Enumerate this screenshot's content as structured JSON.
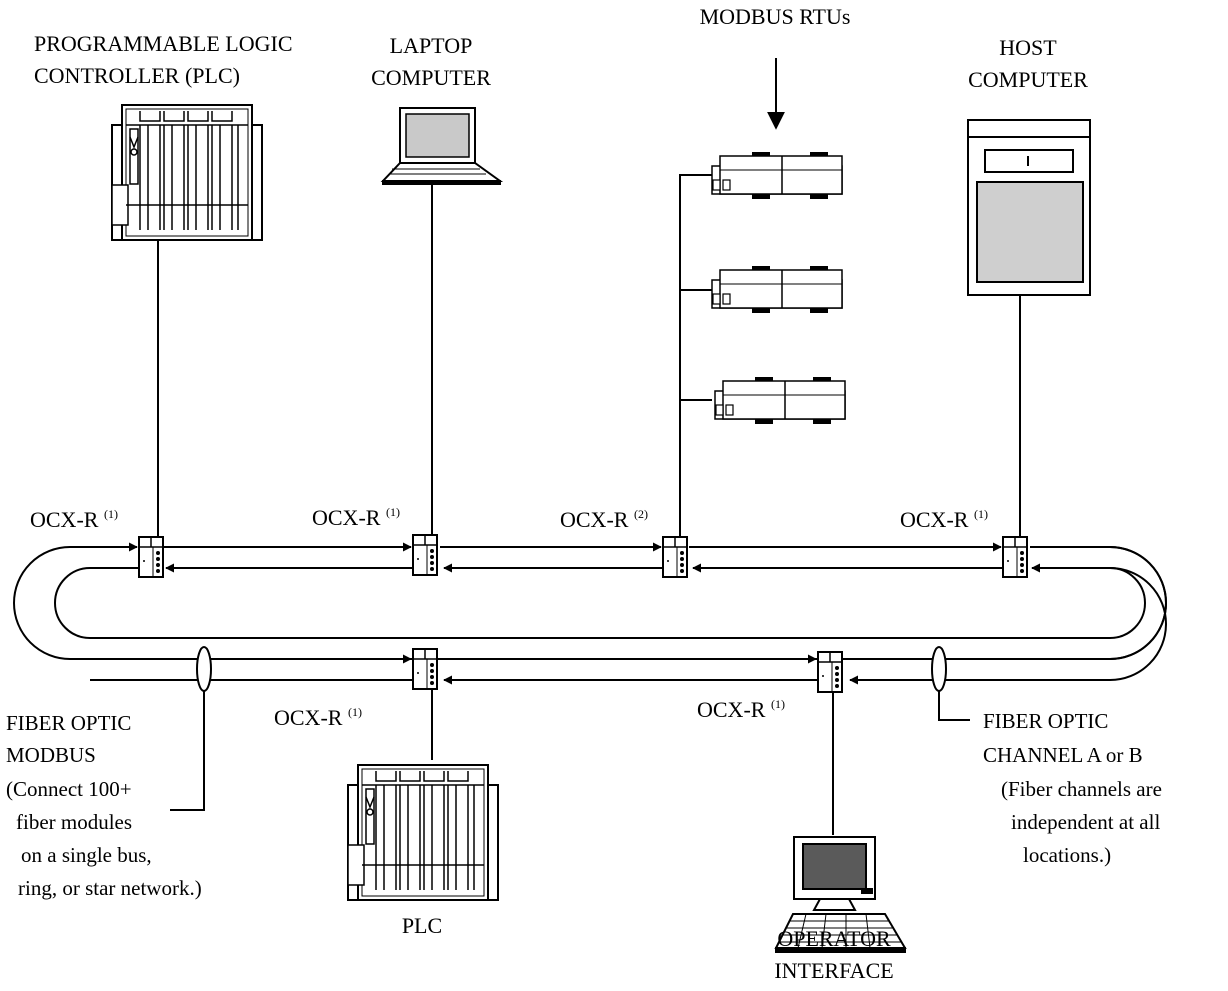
{
  "devices": {
    "plc_top_label": [
      "PROGRAMMABLE LOGIC",
      "CONTROLLER (PLC)"
    ],
    "laptop_label": [
      "LAPTOP",
      "COMPUTER"
    ],
    "modbus_label": "MODBUS RTUs",
    "host_label": [
      "HOST",
      "COMPUTER"
    ],
    "plc_bottom_label": "PLC",
    "operator_label": [
      "OPERATOR",
      "INTERFACE"
    ]
  },
  "nodes": {
    "plc_top": {
      "name": "OCX-R",
      "note": "(1)"
    },
    "laptop": {
      "name": "OCX-R",
      "note": "(1)"
    },
    "rtu": {
      "name": "OCX-R",
      "note": "(2)"
    },
    "host": {
      "name": "OCX-R",
      "note": "(1)"
    },
    "plc_bottom": {
      "name": "OCX-R",
      "note": "(1)"
    },
    "operator": {
      "name": "OCX-R",
      "note": "(1)"
    }
  },
  "callouts": {
    "fiber_modbus": [
      "FIBER OPTIC",
      "MODBUS",
      "(Connect 100+",
      "fiber modules",
      "on a single bus,",
      "ring, or star network.)"
    ],
    "fiber_channel": [
      "FIBER OPTIC",
      "CHANNEL A or B",
      "(Fiber channels are",
      "independent at all",
      "locations.)"
    ]
  }
}
